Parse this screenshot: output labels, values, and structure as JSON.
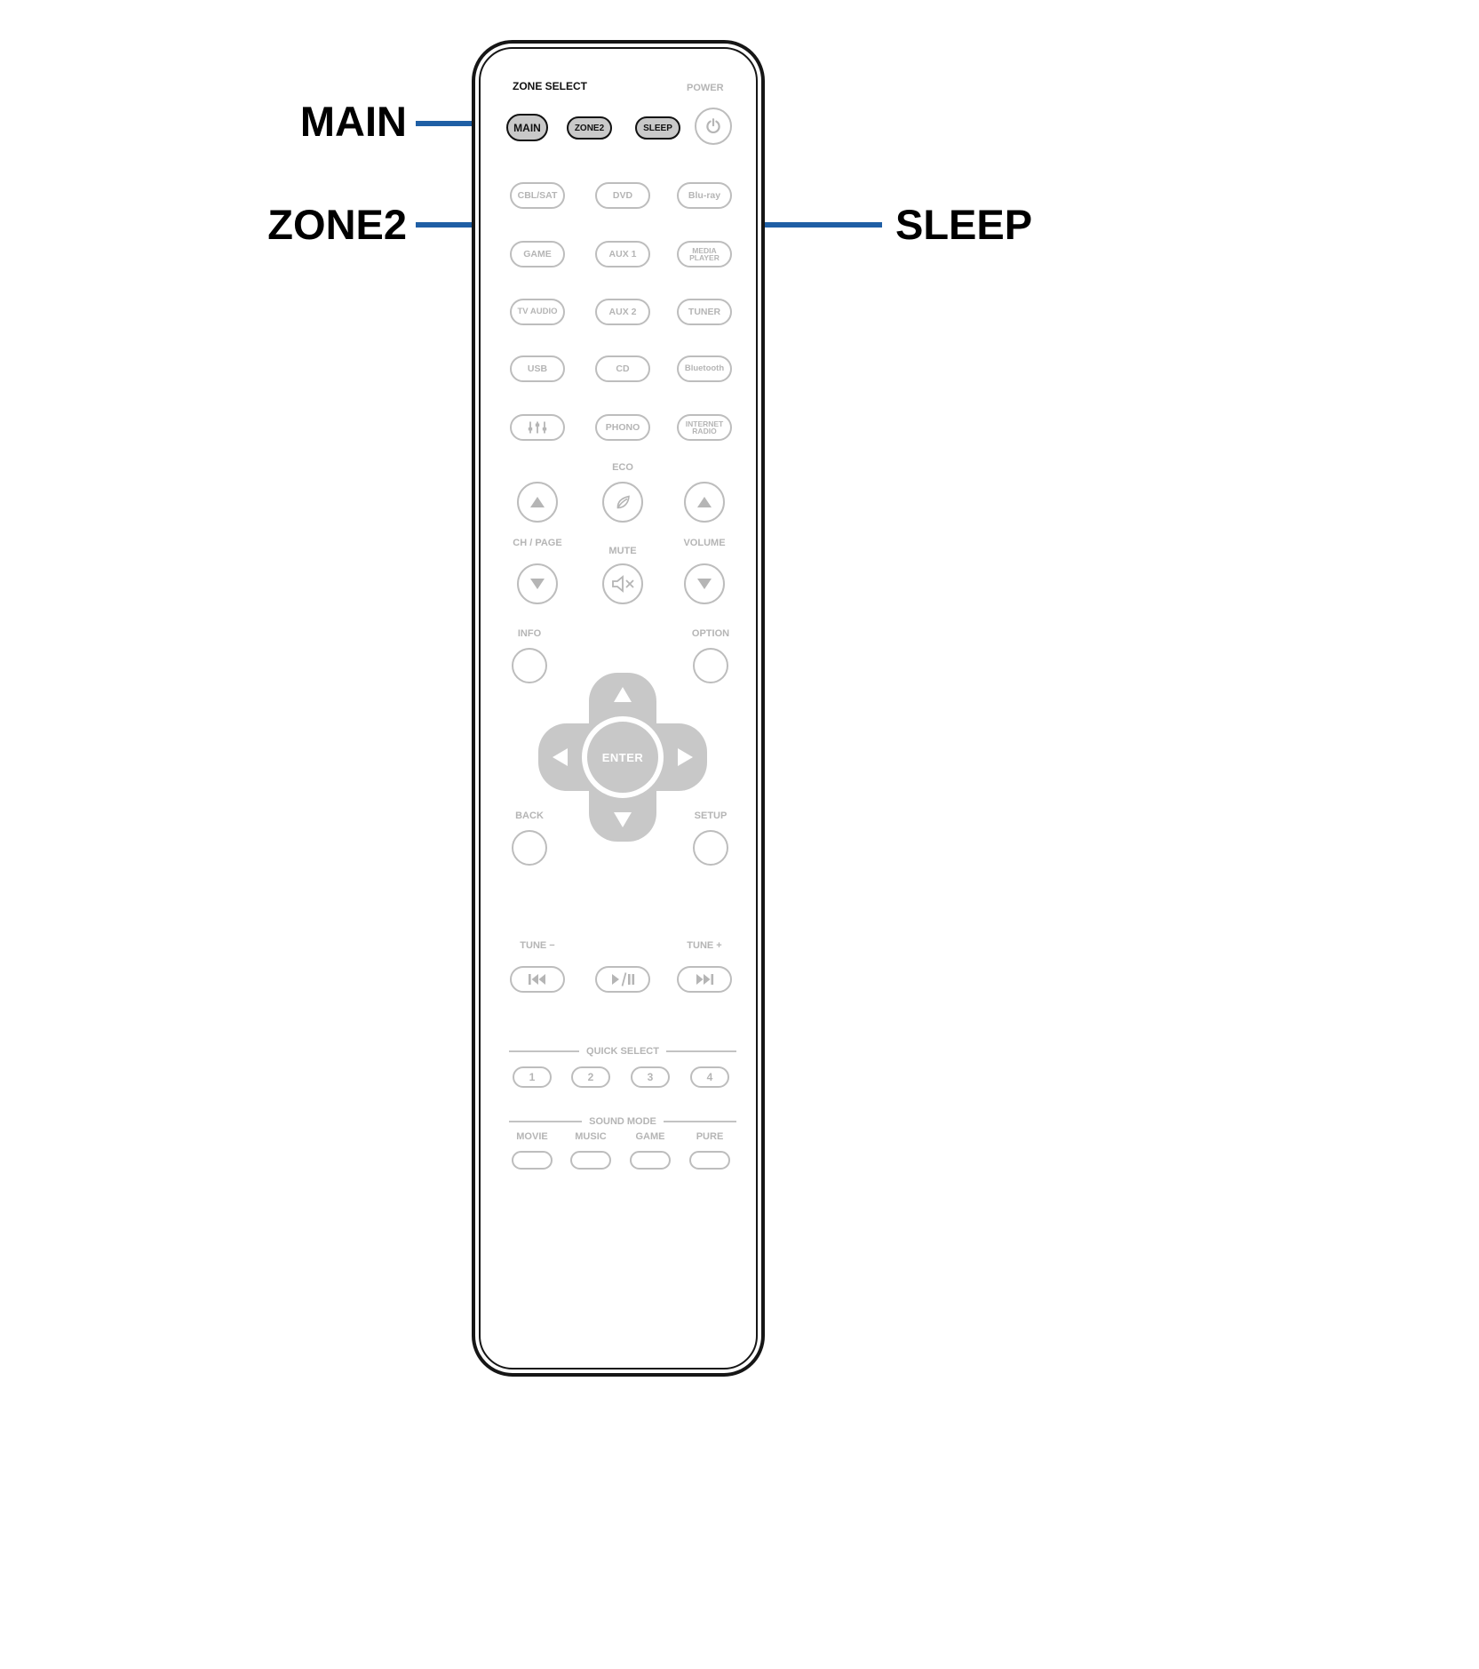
{
  "callouts": {
    "main": "MAIN",
    "zone2": "ZONE2",
    "sleep": "SLEEP"
  },
  "colors": {
    "callout_line": "#1f5fa5",
    "button_gray": "#b5b5b5",
    "highlight_fill": "#c9c9c9",
    "dpad_gray": "#c8c8c8"
  },
  "remote": {
    "zone_select_label": "ZONE SELECT",
    "power_label": "POWER",
    "zone_buttons": {
      "main": "MAIN",
      "zone2": "ZONE2",
      "sleep": "SLEEP"
    },
    "sources": {
      "cbl_sat": "CBL/SAT",
      "dvd": "DVD",
      "bluray": "Blu-ray",
      "game": "GAME",
      "aux1": "AUX 1",
      "media_player": "MEDIA PLAYER",
      "tv_audio": "TV AUDIO",
      "aux2": "AUX 2",
      "tuner": "TUNER",
      "usb": "USB",
      "cd": "CD",
      "bluetooth": "Bluetooth",
      "phono": "PHONO",
      "internet_radio": "INTERNET RADIO"
    },
    "eco_label": "ECO",
    "ch_page_label": "CH / PAGE",
    "mute_label": "MUTE",
    "volume_label": "VOLUME",
    "info_label": "INFO",
    "option_label": "OPTION",
    "enter_label": "ENTER",
    "back_label": "BACK",
    "setup_label": "SETUP",
    "tune_minus_label": "TUNE −",
    "tune_plus_label": "TUNE +",
    "quick_select_label": "QUICK SELECT",
    "quick_buttons": [
      "1",
      "2",
      "3",
      "4"
    ],
    "sound_mode_label": "SOUND MODE",
    "sound_modes": [
      "MOVIE",
      "MUSIC",
      "GAME",
      "PURE"
    ]
  },
  "icons": {
    "power-icon": "⏻",
    "eco-leaf-icon": "leaf",
    "triangle-up-icon": "▲",
    "triangle-down-icon": "▼",
    "mute-icon": "speaker-x",
    "equalizer-icon": "faders",
    "skip-back-icon": "⏮",
    "play-pause-icon": "⏯",
    "skip-forward-icon": "⏭",
    "dpad-arrows": "up/down/left/right"
  }
}
